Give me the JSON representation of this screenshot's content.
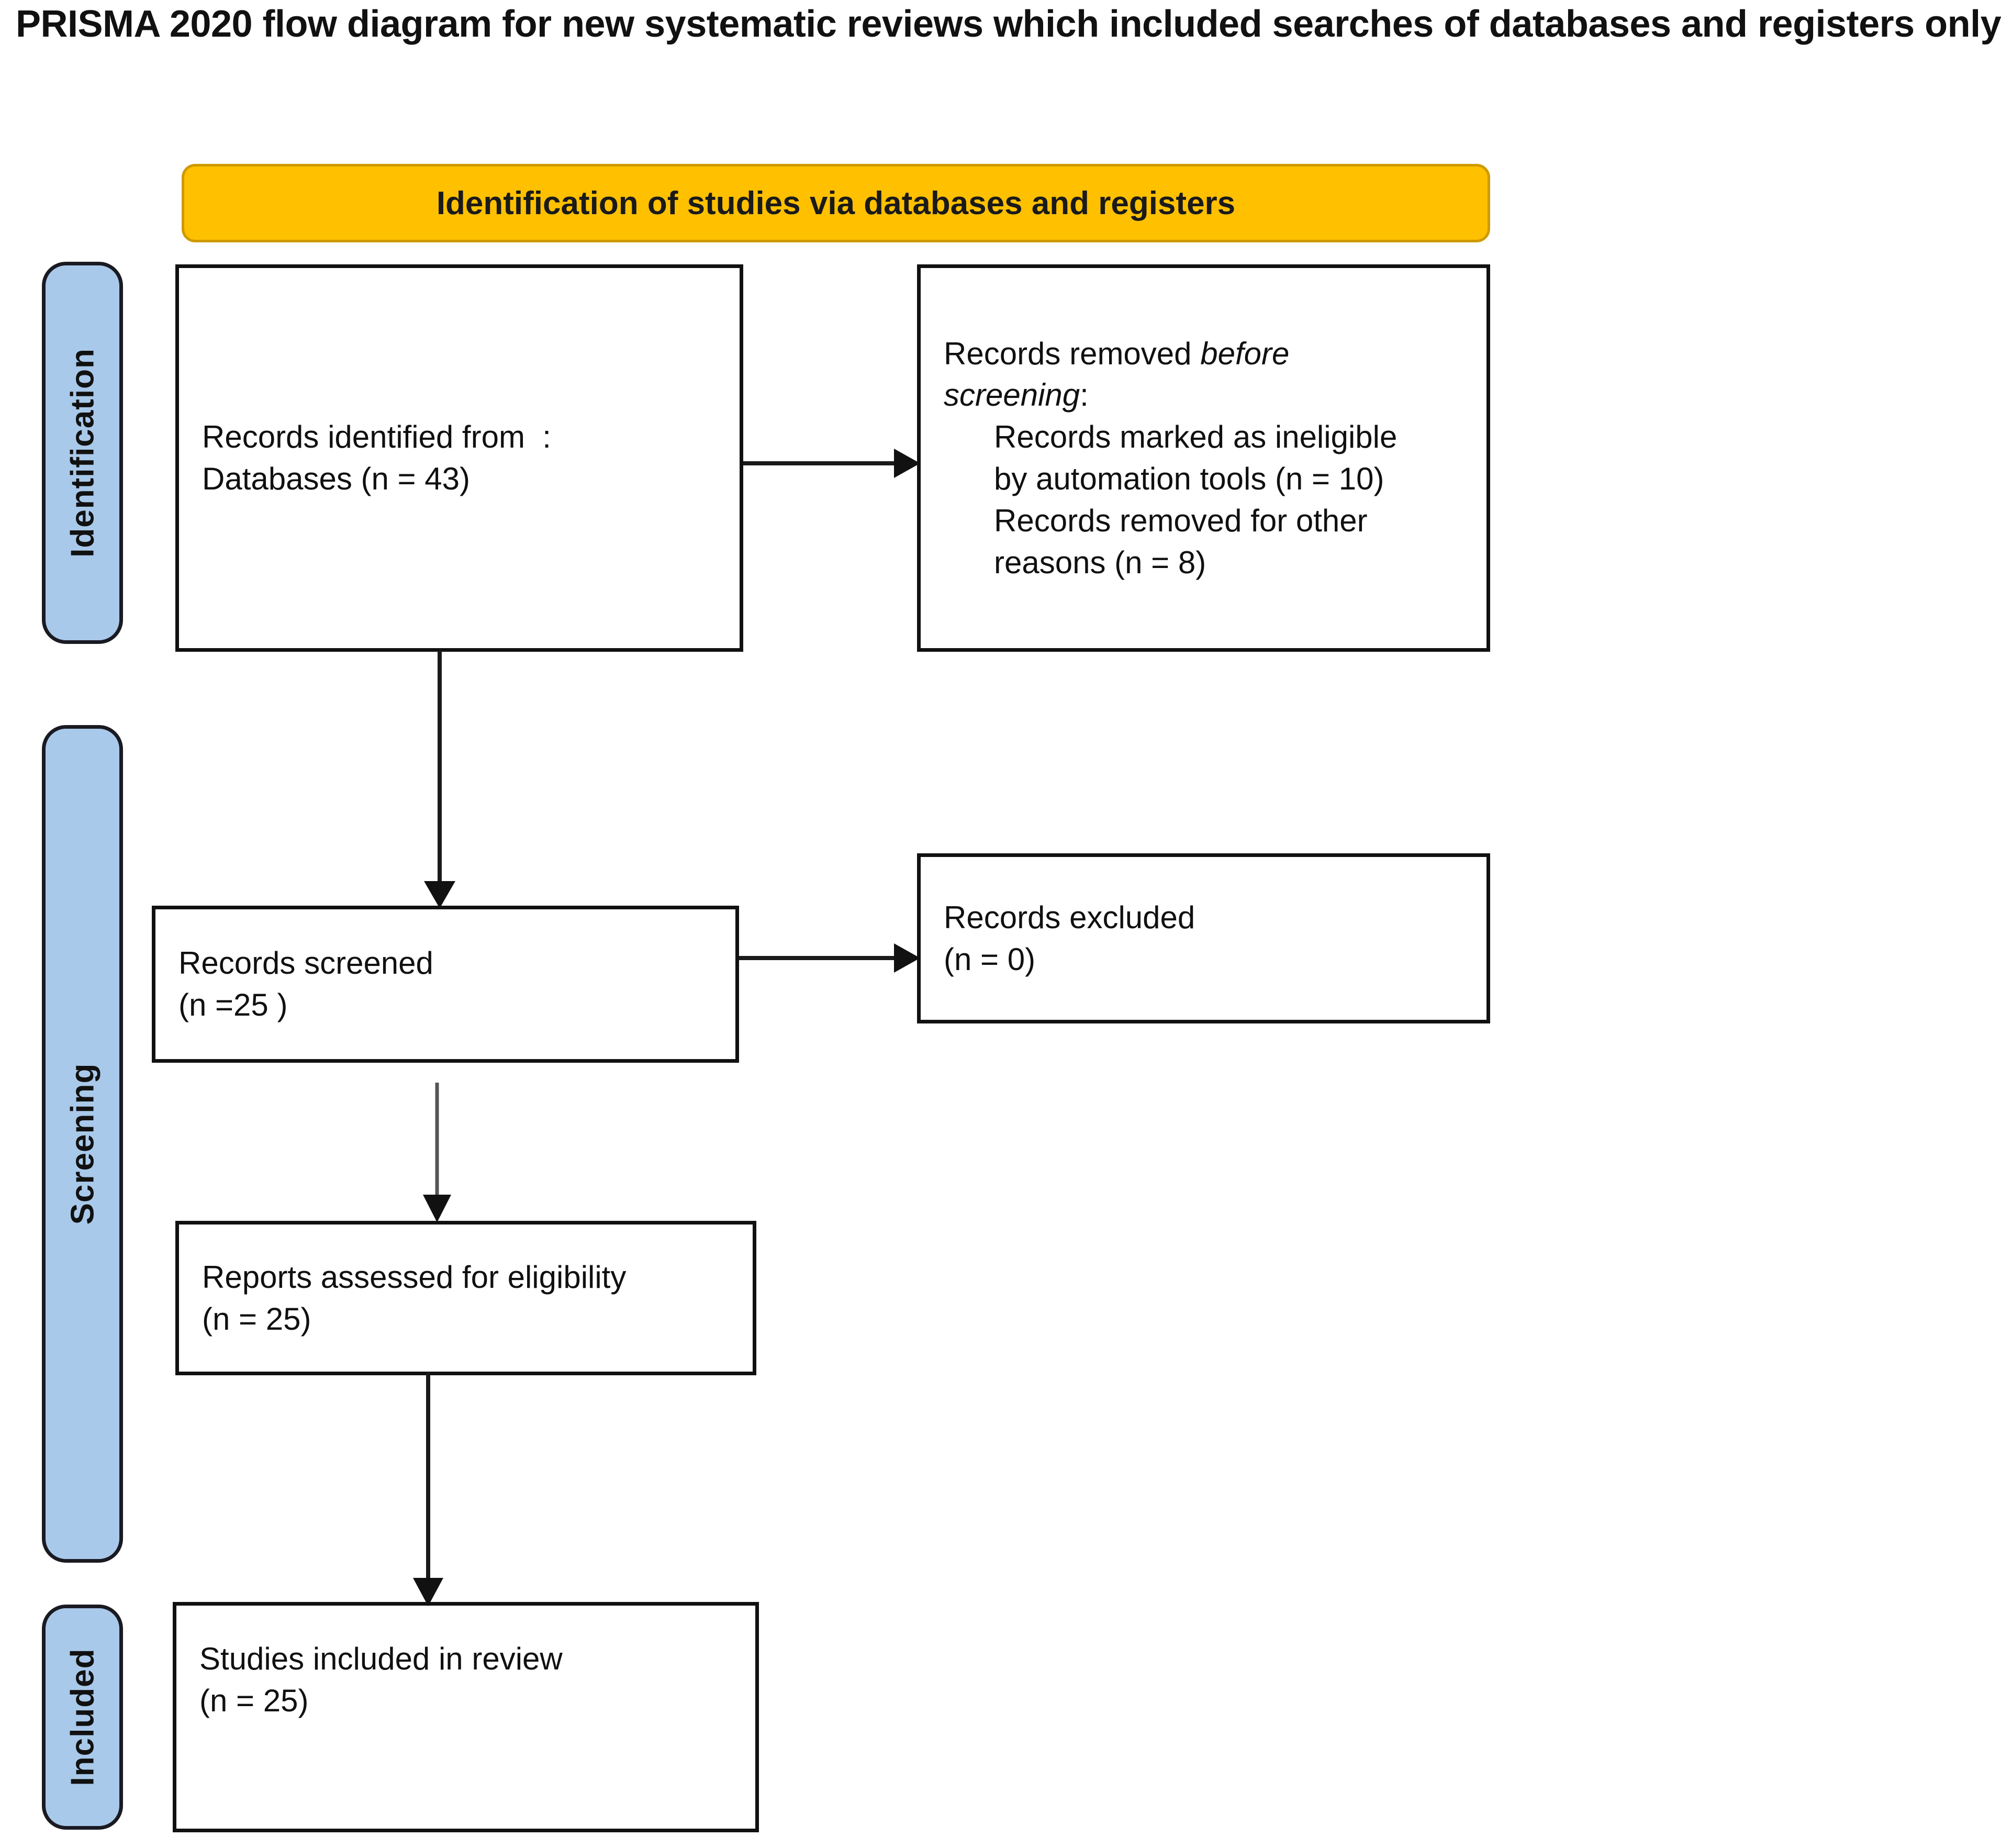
{
  "title": "PRISMA 2020 flow diagram for new systematic reviews which included searches of databases and registers only",
  "stage_header": {
    "label": "Identification of studies via databases and registers",
    "color": "#FFC000",
    "border_color": "#CE9A00"
  },
  "phases": [
    {
      "id": "identification",
      "label": "Identification",
      "color": "#A9C9EA"
    },
    {
      "id": "screening",
      "label": "Screening",
      "color": "#A9C9EA"
    },
    {
      "id": "included",
      "label": "Included",
      "color": "#A9C9EA"
    }
  ],
  "boxes": {
    "records_identified": {
      "line1": "Records identified from  :",
      "line2": "Databases (n = 43)"
    },
    "records_removed": {
      "line1_prefix": "Records removed ",
      "line1_italic": "before",
      "line2_italic": "screening",
      "line2_suffix": ":",
      "line3": "Records marked as ineligible",
      "line4": "by automation tools (n = 10)",
      "line5": "Records removed for other",
      "line6": "reasons (n = 8)"
    },
    "records_screened": {
      "line1": "Records screened",
      "line2": "(n =25 )"
    },
    "records_excluded": {
      "line1": "Records excluded",
      "line2": "(n = 0)"
    },
    "reports_assessed": {
      "line1": "Reports assessed for eligibility",
      "line2": "(n = 25)"
    },
    "studies_included": {
      "line1": "Studies included in review",
      "line2": "(n = 25)"
    }
  },
  "chart_data": {
    "type": "diagram",
    "diagram_kind": "PRISMA 2020 flow diagram",
    "title": "PRISMA 2020 flow diagram for new systematic reviews which included searches of databases and registers only",
    "stage": "Identification of studies via databases and registers",
    "phases": [
      "Identification",
      "Screening",
      "Included"
    ],
    "nodes": [
      {
        "id": "records_identified",
        "phase": "Identification",
        "label": "Records identified from  : Databases (n = 43)",
        "n": 43
      },
      {
        "id": "records_removed",
        "phase": "Identification",
        "label": "Records removed before screening: Records marked as ineligible by automation tools (n = 10); Records removed for other reasons (n = 8)",
        "n_ineligible_automation": 10,
        "n_other_reasons": 8
      },
      {
        "id": "records_screened",
        "phase": "Screening",
        "label": "Records screened (n =25 )",
        "n": 25
      },
      {
        "id": "records_excluded",
        "phase": "Screening",
        "label": "Records excluded (n = 0)",
        "n": 0
      },
      {
        "id": "reports_assessed",
        "phase": "Screening",
        "label": "Reports assessed for eligibility (n = 25)",
        "n": 25
      },
      {
        "id": "studies_included",
        "phase": "Included",
        "label": "Studies included in review (n = 25)",
        "n": 25
      }
    ],
    "edges": [
      {
        "from": "records_identified",
        "to": "records_removed",
        "direction": "right"
      },
      {
        "from": "records_identified",
        "to": "records_screened",
        "direction": "down"
      },
      {
        "from": "records_screened",
        "to": "records_excluded",
        "direction": "right"
      },
      {
        "from": "records_screened",
        "to": "reports_assessed",
        "direction": "down"
      },
      {
        "from": "reports_assessed",
        "to": "studies_included",
        "direction": "down"
      }
    ]
  }
}
